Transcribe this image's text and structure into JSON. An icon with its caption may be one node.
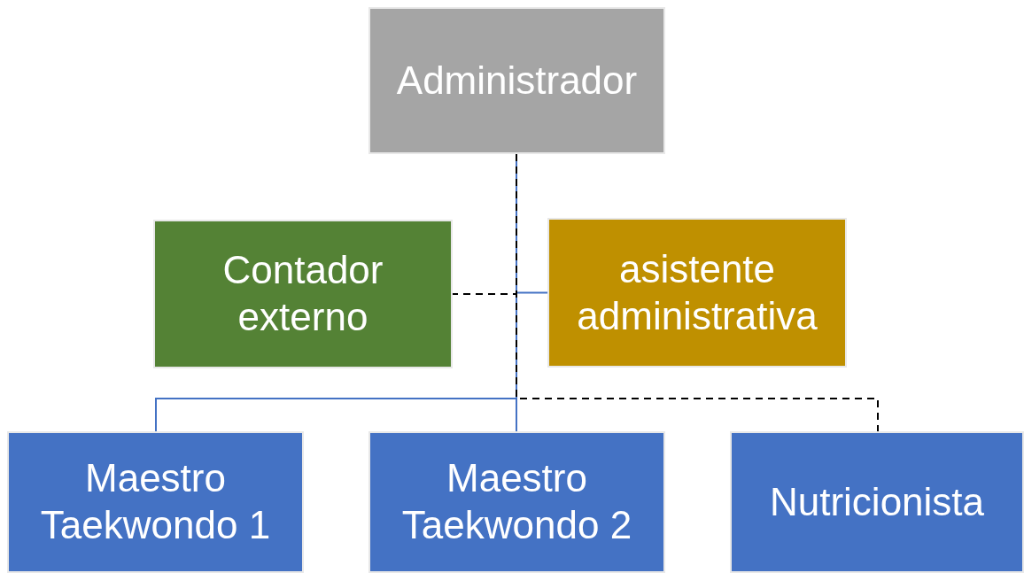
{
  "diagram": {
    "nodes": [
      {
        "text": [
          "Administrador"
        ]
      },
      {
        "text": [
          "Contador externo"
        ]
      },
      {
        "text": [
          "asistente administrativa"
        ]
      },
      {
        "text": [
          "Maestro Taekwondo 1"
        ]
      },
      {
        "text": [
          "Maestro Taekwondo 2"
        ]
      },
      {
        "text": [
          "Nutricionista"
        ]
      }
    ],
    "edges": [
      {
        "from": 0,
        "to": 2,
        "arrow": "none"
      },
      {
        "from": 0,
        "to": 1,
        "arrow": "none",
        "style": "dashed",
        "color": "#000000"
      },
      {
        "from": 0,
        "to": 3,
        "arrow": "none"
      },
      {
        "from": 0,
        "to": 4,
        "arrow": "none"
      },
      {
        "from": 0,
        "to": 5,
        "arrow": "none",
        "style": "dashed",
        "color": "#000000"
      }
    ]
  }
}
